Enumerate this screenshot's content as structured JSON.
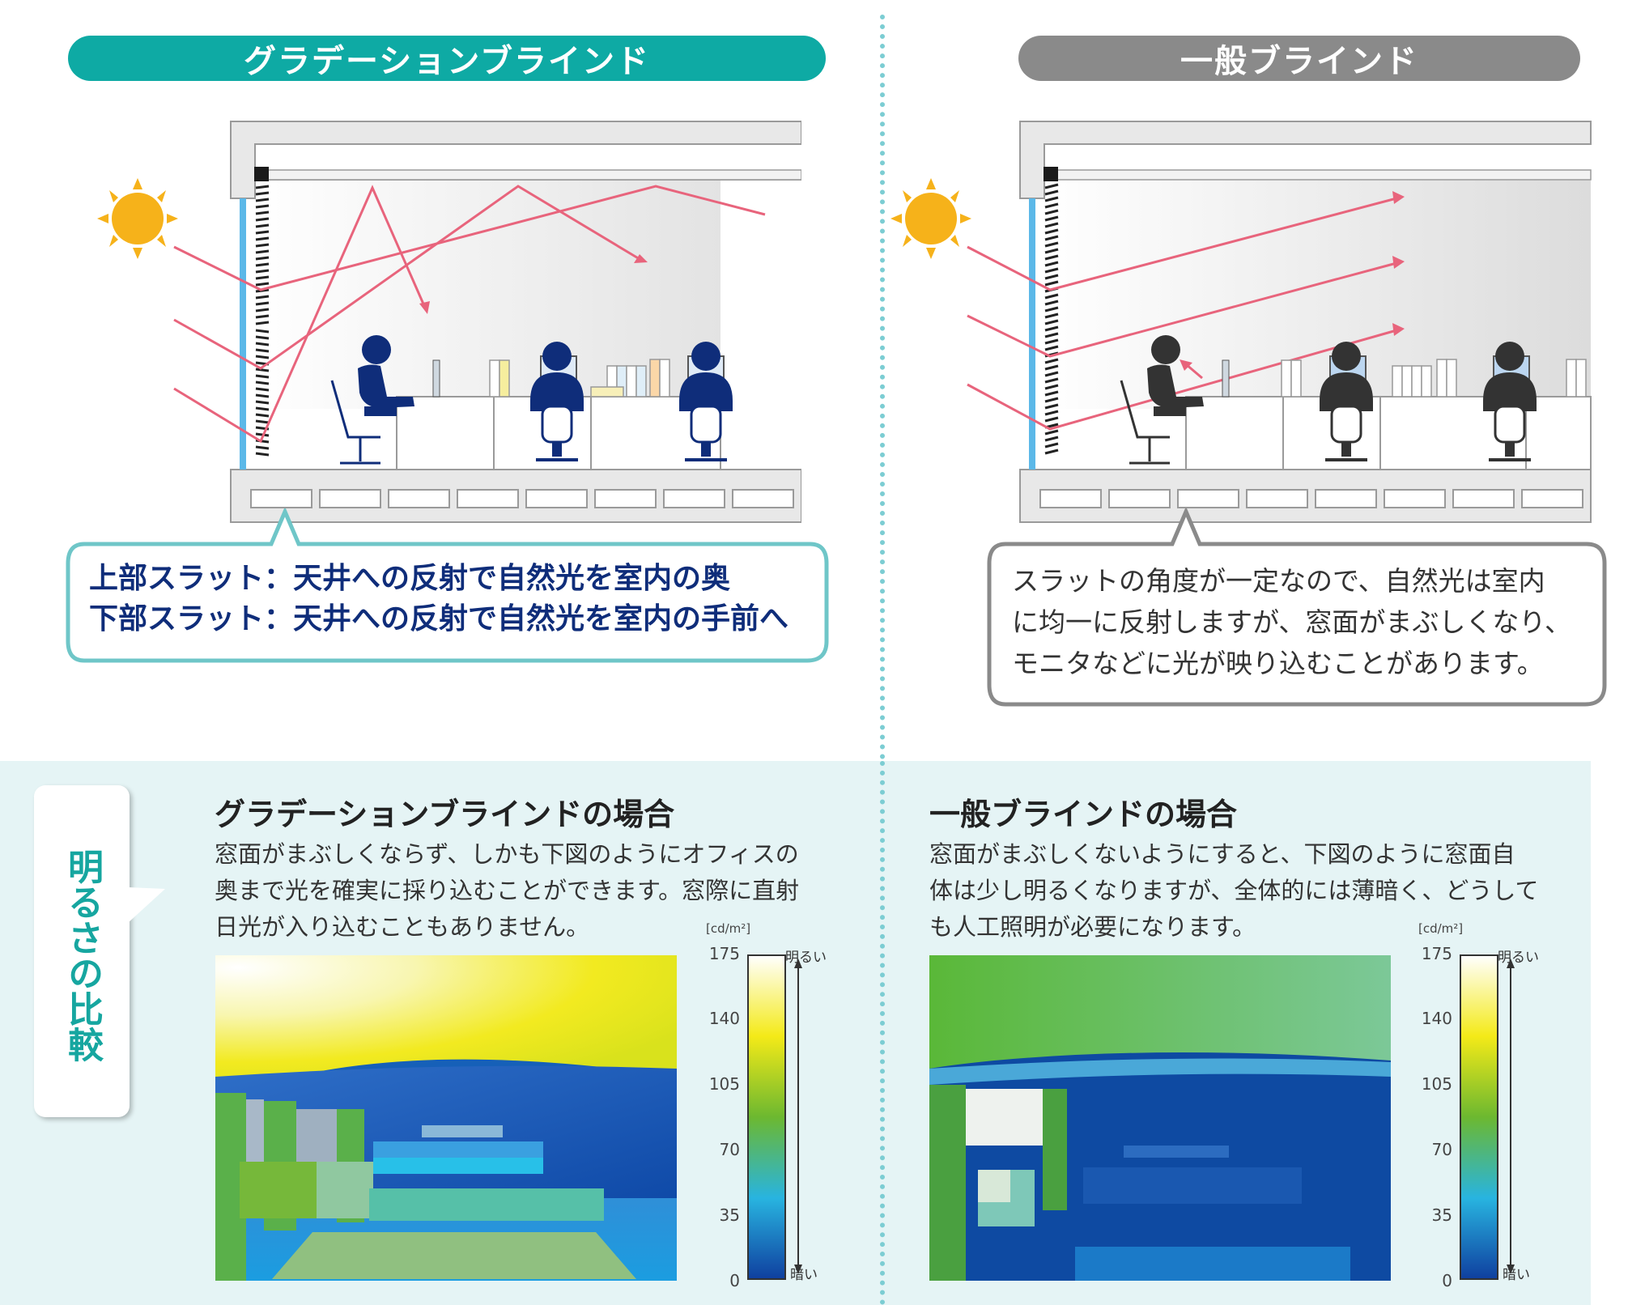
{
  "left": {
    "pill_title": "グラデーションブラインド",
    "callout_lines": [
      "上部スラット：天井への反射で自然光を室内の奥",
      "下部スラット：天井への反射で自然光を室内の手前へ"
    ]
  },
  "right": {
    "pill_title": "一般ブラインド",
    "callout_lines": [
      "スラットの角度が一定なので、自然光は室内",
      "に均一に反射しますが、窓面がまぶしくなり、",
      "モニタなどに光が映り込むことがあります。"
    ]
  },
  "comparison": {
    "side_label": "明るさの比較",
    "left": {
      "heading": "グラデーションブラインドの場合",
      "lines": [
        "窓面がまぶしくならず、しかも下図のようにオフィスの",
        "奥まで光を確実に採り込むことができます。窓際に直射",
        "日光が入り込むこともありません。"
      ]
    },
    "right": {
      "heading": "一般ブラインドの場合",
      "lines": [
        "窓面がまぶしくないようにすると、下図のように窓面自",
        "体は少し明るくなりますが、全体的には薄暗く、どうして",
        "も人工照明が必要になります。"
      ]
    },
    "scale": {
      "unit": "[cd/m²]",
      "ticks": [
        "175",
        "140",
        "105",
        "70",
        "35",
        "0"
      ],
      "bright_label": "明るい",
      "dark_label": "暗い"
    }
  },
  "colors": {
    "teal": "#0eaaa4",
    "gray": "#8a8a8a",
    "navy": "#0f2d7a",
    "ray": "#e8647c",
    "panel_bg": "#e5f4f5"
  }
}
